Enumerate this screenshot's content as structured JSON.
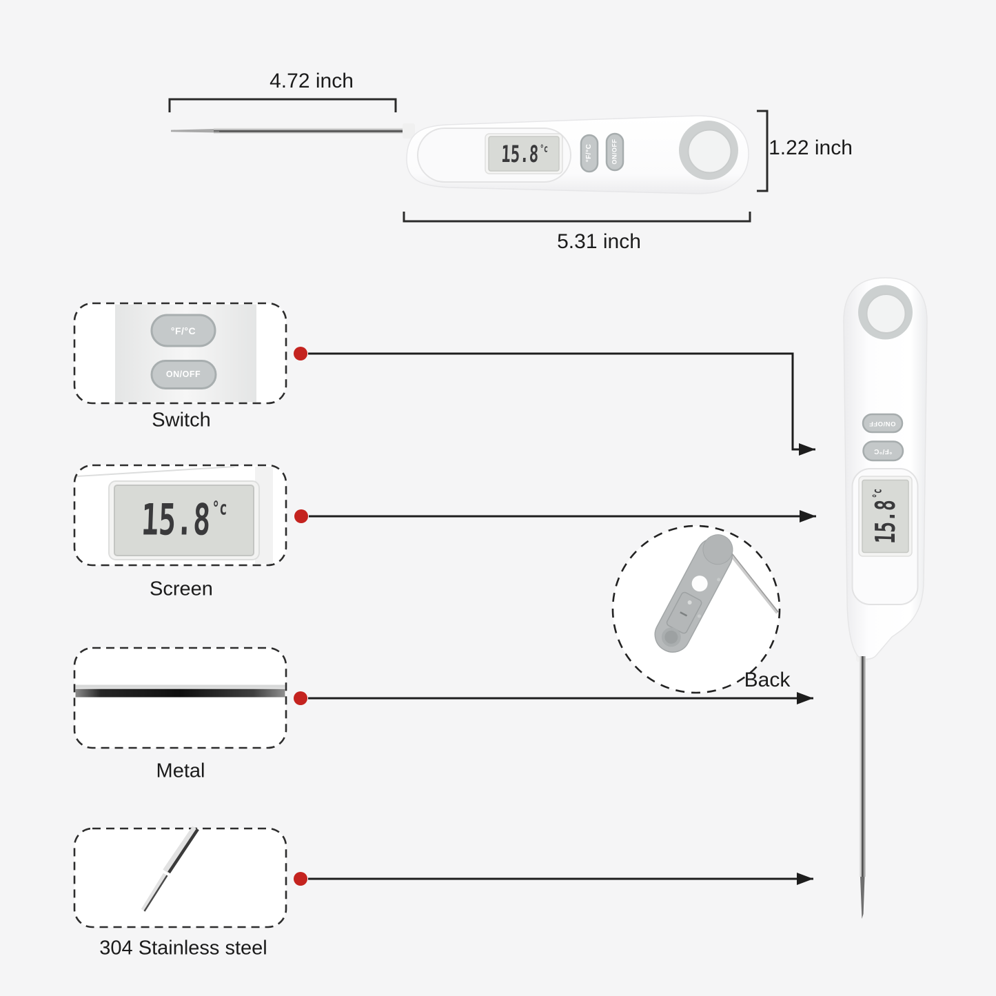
{
  "page": {
    "background": "#f5f5f6"
  },
  "palette": {
    "accent_red": "#c4231f",
    "line_black": "#1d1d1d",
    "body_white": "#fcfcfd",
    "button_gray": "#c4c8c9",
    "lcd_background": "#d8dad6",
    "lcd_digits": "#3a3a3c",
    "back_metal_gray": "#b7babb"
  },
  "top_view": {
    "probe_length_label": "4.72 inch",
    "height_label": "1.22 inch",
    "body_length_label": "5.31 inch"
  },
  "device": {
    "lcd_value": "15.8",
    "lcd_unit": "°c",
    "button_unit": "°F/°C",
    "button_power": "ON/OFF"
  },
  "callouts": {
    "switch": {
      "label": "Switch"
    },
    "screen": {
      "label": "Screen"
    },
    "metal": {
      "label": "Metal"
    },
    "steel": {
      "label": "304 Stainless steel"
    }
  },
  "inset": {
    "label": "Back"
  }
}
